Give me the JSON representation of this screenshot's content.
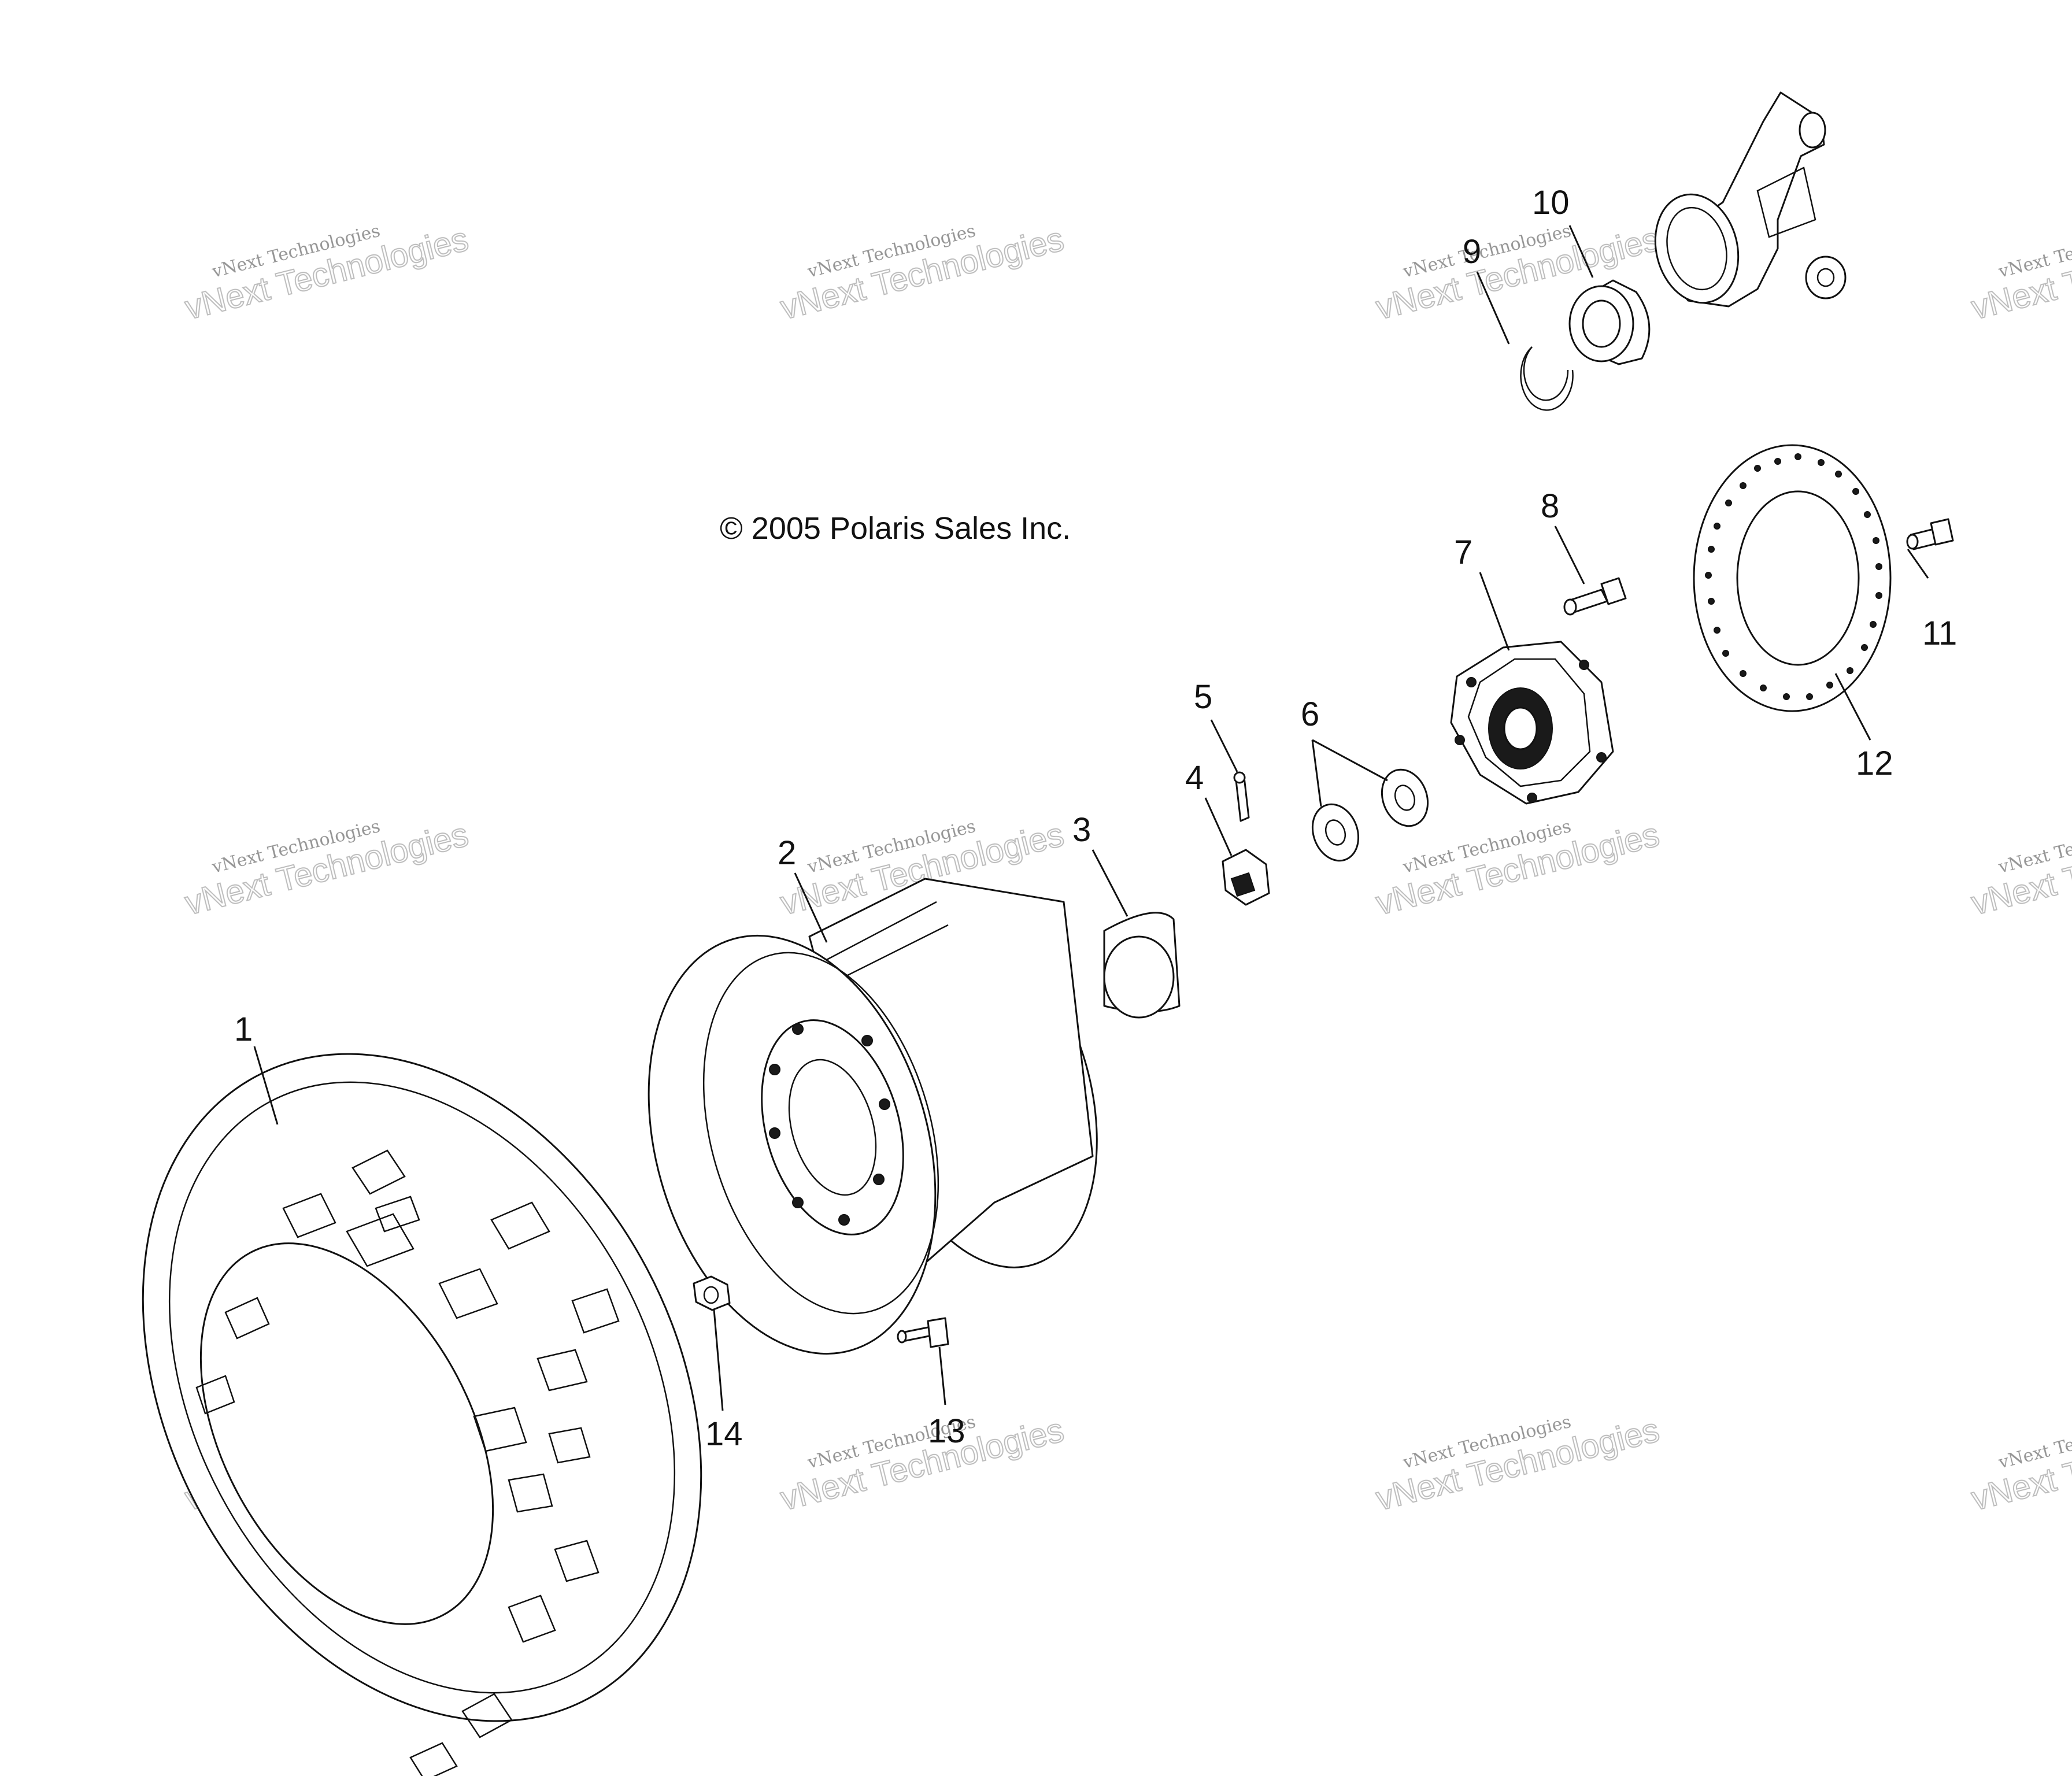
{
  "copyright": "© 2005 Polaris Sales Inc.",
  "watermark": {
    "line1": "vNext Technologies",
    "line2": "vNext Technologies"
  },
  "callouts": [
    {
      "id": "1",
      "text": "1"
    },
    {
      "id": "2",
      "text": "2"
    },
    {
      "id": "3",
      "text": "3"
    },
    {
      "id": "4",
      "text": "4"
    },
    {
      "id": "5",
      "text": "5"
    },
    {
      "id": "6",
      "text": "6"
    },
    {
      "id": "7",
      "text": "7"
    },
    {
      "id": "8",
      "text": "8"
    },
    {
      "id": "9",
      "text": "9"
    },
    {
      "id": "10",
      "text": "10"
    },
    {
      "id": "11",
      "text": "11"
    },
    {
      "id": "12",
      "text": "12"
    },
    {
      "id": "13",
      "text": "13"
    },
    {
      "id": "14",
      "text": "14"
    }
  ],
  "parts": [
    {
      "id": "1",
      "name": "tire-icon"
    },
    {
      "id": "2",
      "name": "wheel-rim-icon"
    },
    {
      "id": "3",
      "name": "hub-cap-icon"
    },
    {
      "id": "4",
      "name": "castle-nut-icon"
    },
    {
      "id": "5",
      "name": "cotter-pin-icon"
    },
    {
      "id": "6",
      "name": "washer-icon"
    },
    {
      "id": "7",
      "name": "wheel-hub-icon"
    },
    {
      "id": "8",
      "name": "hub-bolt-icon"
    },
    {
      "id": "9",
      "name": "retaining-ring-icon"
    },
    {
      "id": "10",
      "name": "bearing-icon"
    },
    {
      "id": "11",
      "name": "disc-bolt-icon"
    },
    {
      "id": "12",
      "name": "brake-disc-icon"
    },
    {
      "id": "13",
      "name": "valve-stem-icon"
    },
    {
      "id": "14",
      "name": "lug-nut-icon"
    },
    {
      "id": "",
      "name": "bearing-carrier-icon"
    }
  ]
}
